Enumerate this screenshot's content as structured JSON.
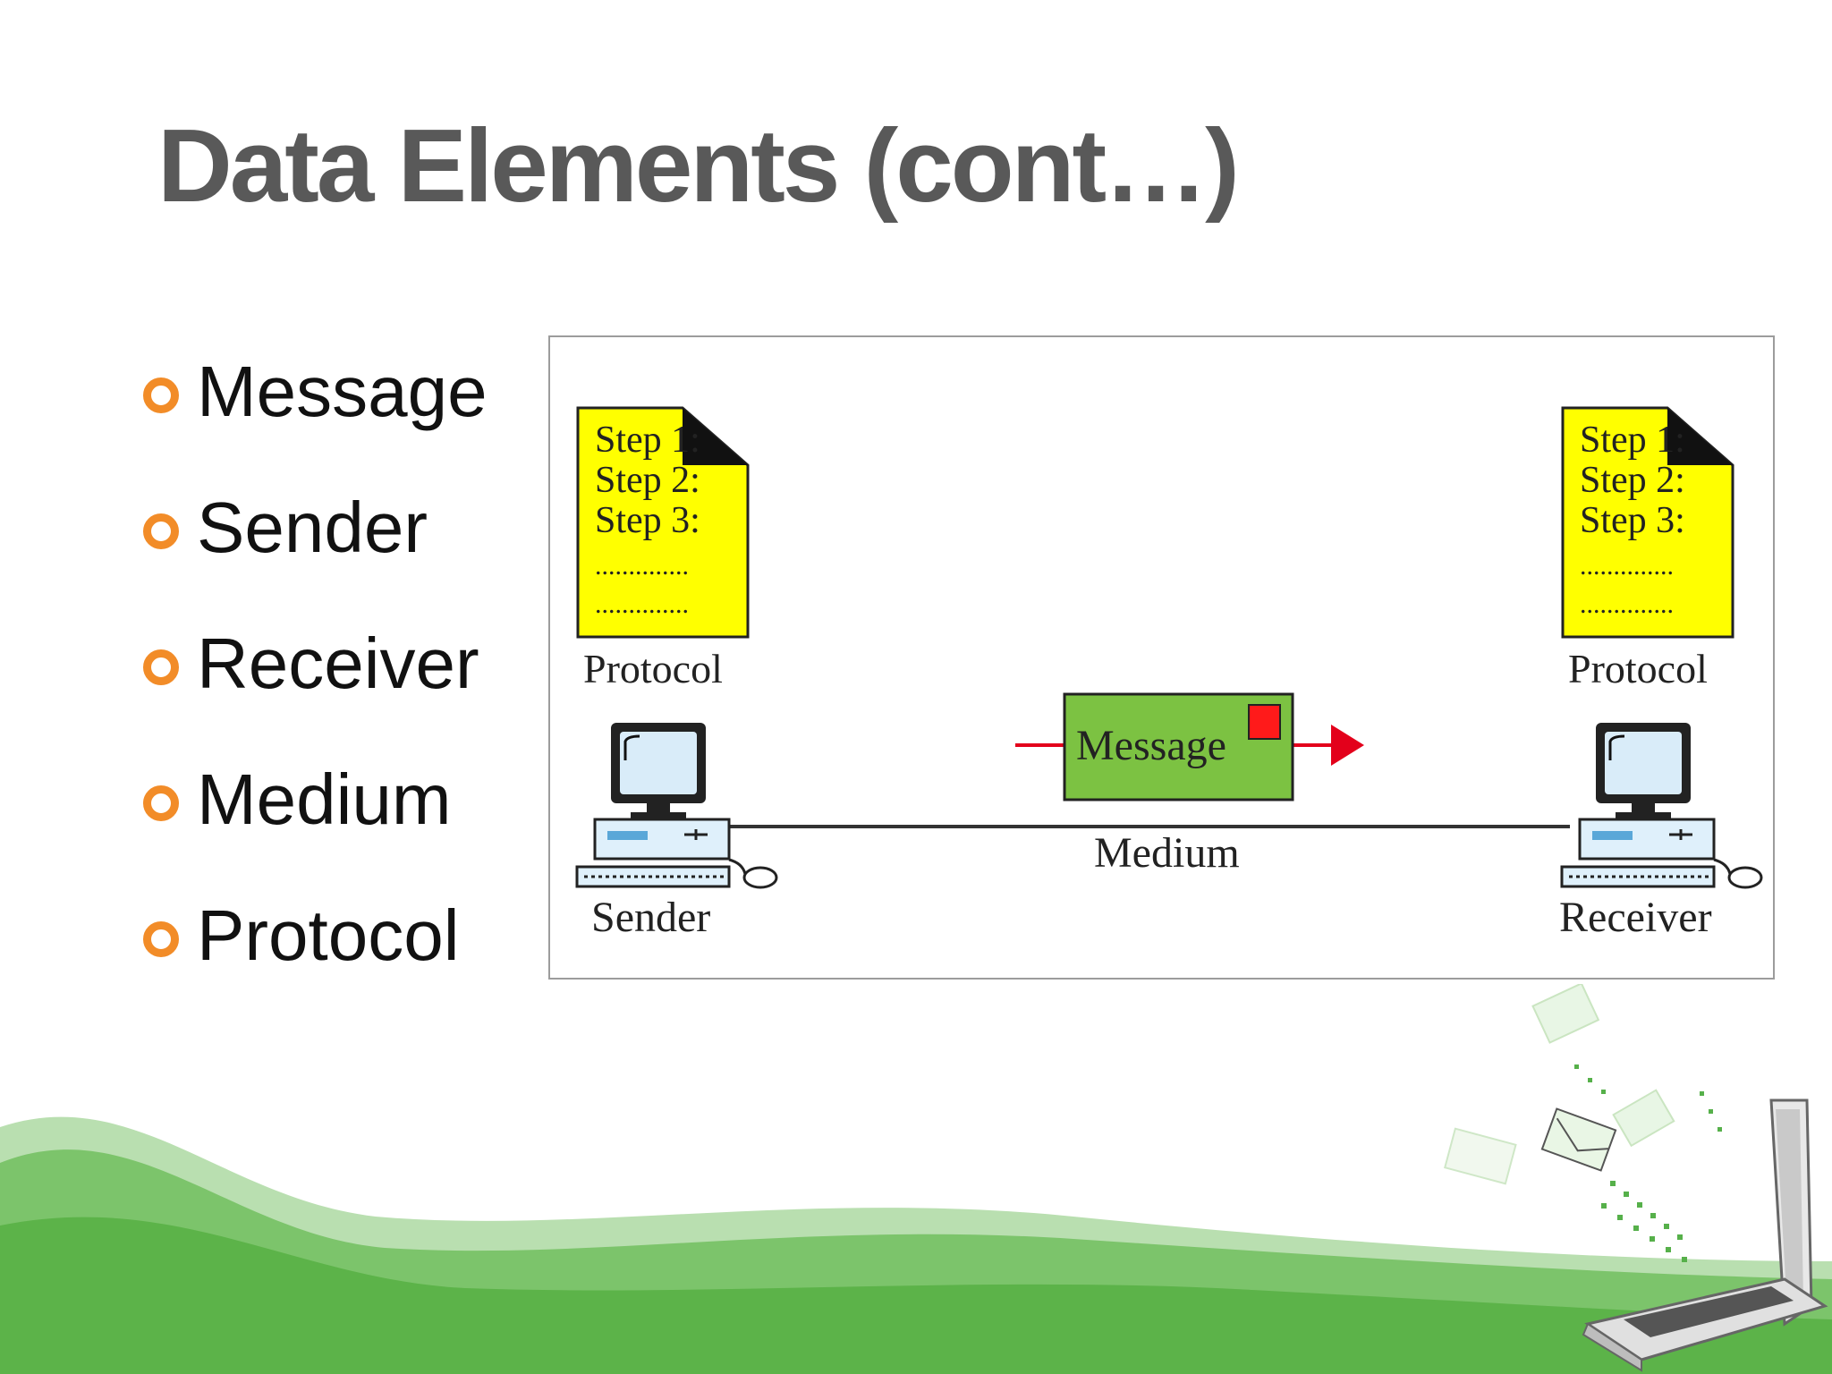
{
  "slide": {
    "title": "Data Elements (cont…)"
  },
  "bullets": [
    "Message",
    "Sender",
    "Receiver",
    "Medium",
    "Protocol"
  ],
  "diagram": {
    "protocol_doc_lines": [
      "Step 1:",
      "Step 2:",
      "Step 3:"
    ],
    "protocol_doc_dots": "..............",
    "protocol_label": "Protocol",
    "message_label": "Message",
    "medium_label": "Medium",
    "sender_label": "Sender",
    "receiver_label": "Receiver"
  },
  "colors": {
    "title": "#595959",
    "bullet": "#f28c28",
    "doc": "#ffff00",
    "message_box": "#7cc242",
    "arrow": "#e3001b",
    "wave": "#5cb349"
  }
}
